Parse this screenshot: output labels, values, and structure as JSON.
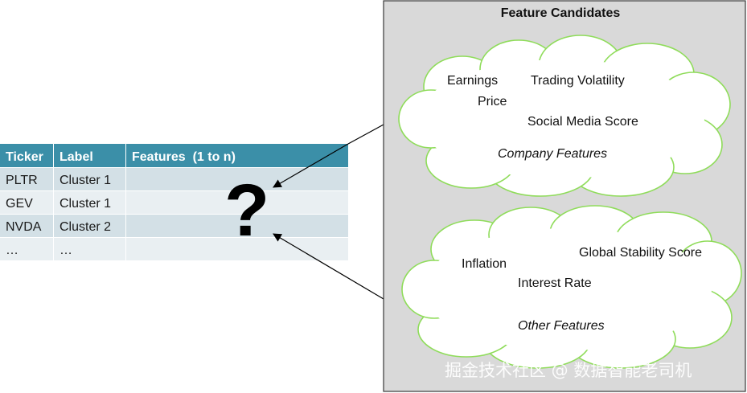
{
  "colors": {
    "header_bg": "#3b8fa8",
    "row_odd": "#d3e0e6",
    "row_even": "#e9eff2",
    "panel_bg": "#d9d9d9",
    "cloud_stroke": "#8fdc5a",
    "cloud_fill": "#ffffff"
  },
  "table": {
    "headers": [
      "Ticker",
      "Label",
      "Features  (1 to n)"
    ],
    "rows": [
      [
        "PLTR",
        "Cluster 1",
        ""
      ],
      [
        "GEV",
        "Cluster 1",
        ""
      ],
      [
        "NVDA",
        "Cluster 2",
        ""
      ],
      [
        "…",
        "…",
        ""
      ]
    ]
  },
  "question_mark": "?",
  "panel": {
    "title": "Feature Candidates",
    "company_cloud": {
      "items": [
        "Earnings",
        "Trading Volatility",
        "Price",
        "Social Media Score"
      ],
      "caption": "Company Features"
    },
    "other_cloud": {
      "items": [
        "Global Stability Score",
        "Inflation",
        "Interest Rate"
      ],
      "caption": "Other Features"
    }
  },
  "watermark": "掘金技术社区 @ 数据智能老司机"
}
